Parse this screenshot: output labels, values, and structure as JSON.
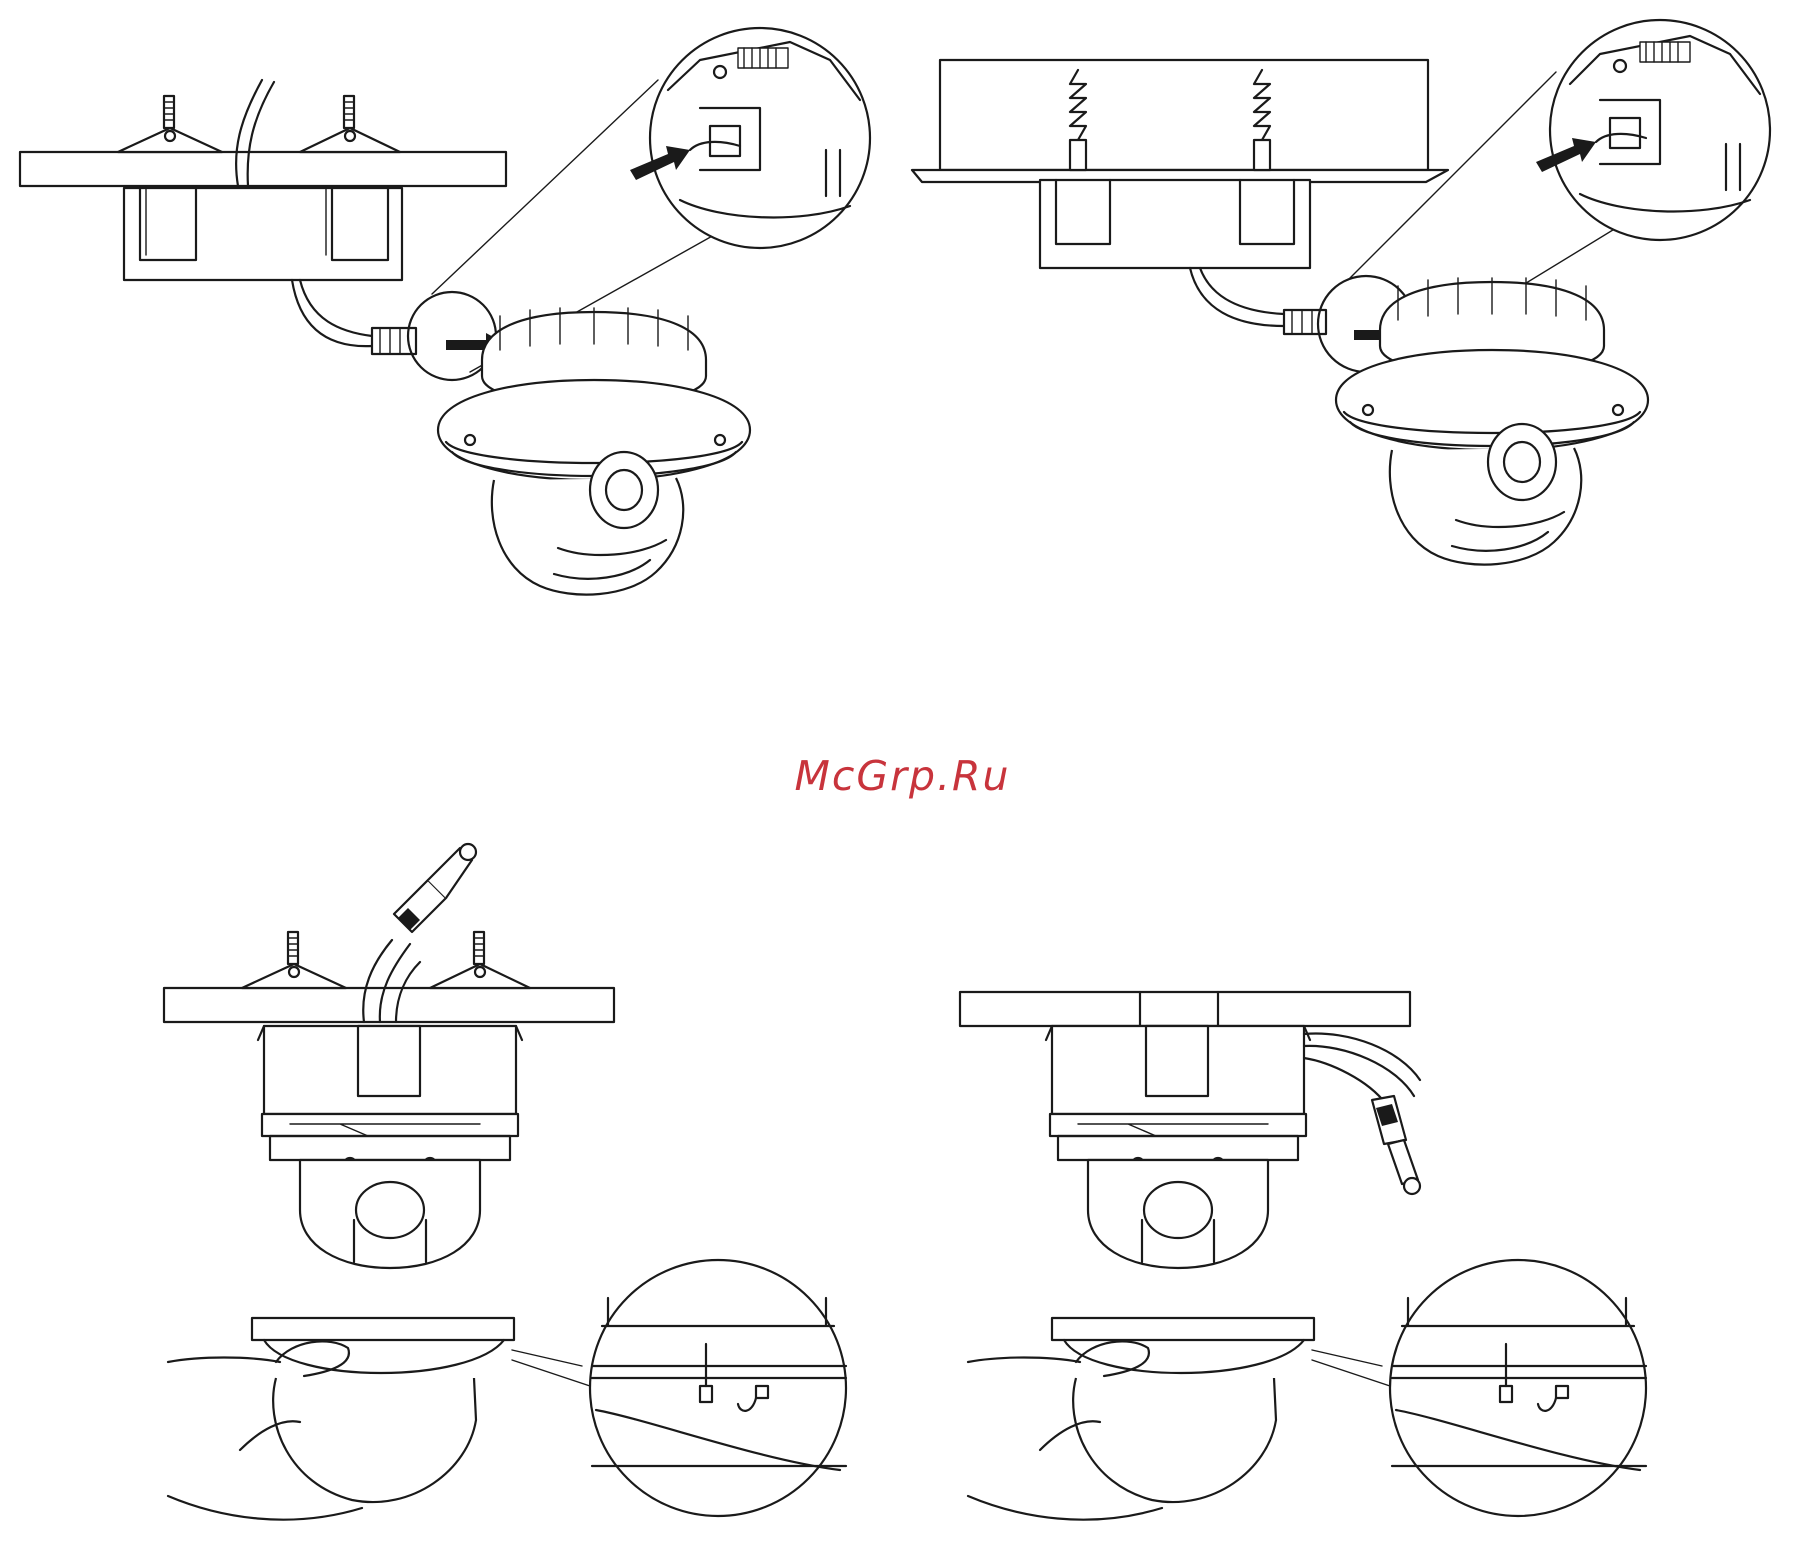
{
  "watermark": {
    "text": "McGrp.Ru",
    "color": "#c8343c"
  },
  "figures": [
    {
      "icon": "ceiling-bracket-rj45-connection-illustration"
    },
    {
      "icon": "junction-box-rj45-connection-illustration"
    },
    {
      "icon": "ceiling-bracket-bnc-dome-cover-illustration"
    },
    {
      "icon": "surface-mount-bnc-dome-cover-illustration"
    }
  ]
}
